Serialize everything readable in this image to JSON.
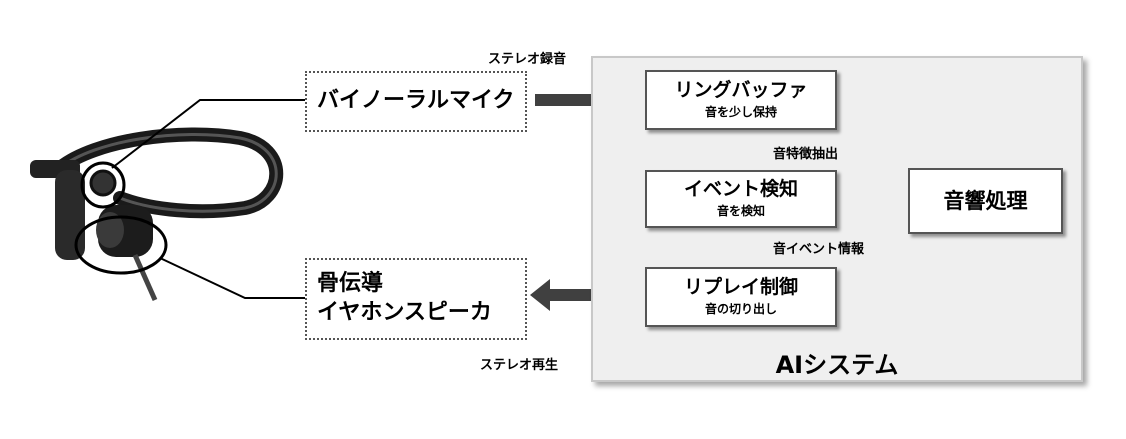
{
  "headset": {
    "mic_label": "バイノーラルマイク",
    "speaker_label_line1": "骨伝導",
    "speaker_label_line2": "イヤホンスピーカ"
  },
  "ai_system": {
    "title": "AIシステム",
    "ring_buffer": {
      "title": "リングバッファ",
      "sub": "音を少し保持"
    },
    "event_detect": {
      "title": "イベント検知",
      "sub": "音を検知"
    },
    "replay": {
      "title": "リプレイ制御",
      "sub": "音の切り出し"
    },
    "sound_processing": {
      "title": "音響処理"
    }
  },
  "edge_labels": {
    "stereo_record": "ステレオ録音",
    "stereo_play": "ステレオ再生",
    "feature_extract": "音特徴抽出",
    "event_info": "音イベント情報"
  },
  "colors": {
    "arrow": "#404040",
    "system_bg": "#efefef"
  }
}
